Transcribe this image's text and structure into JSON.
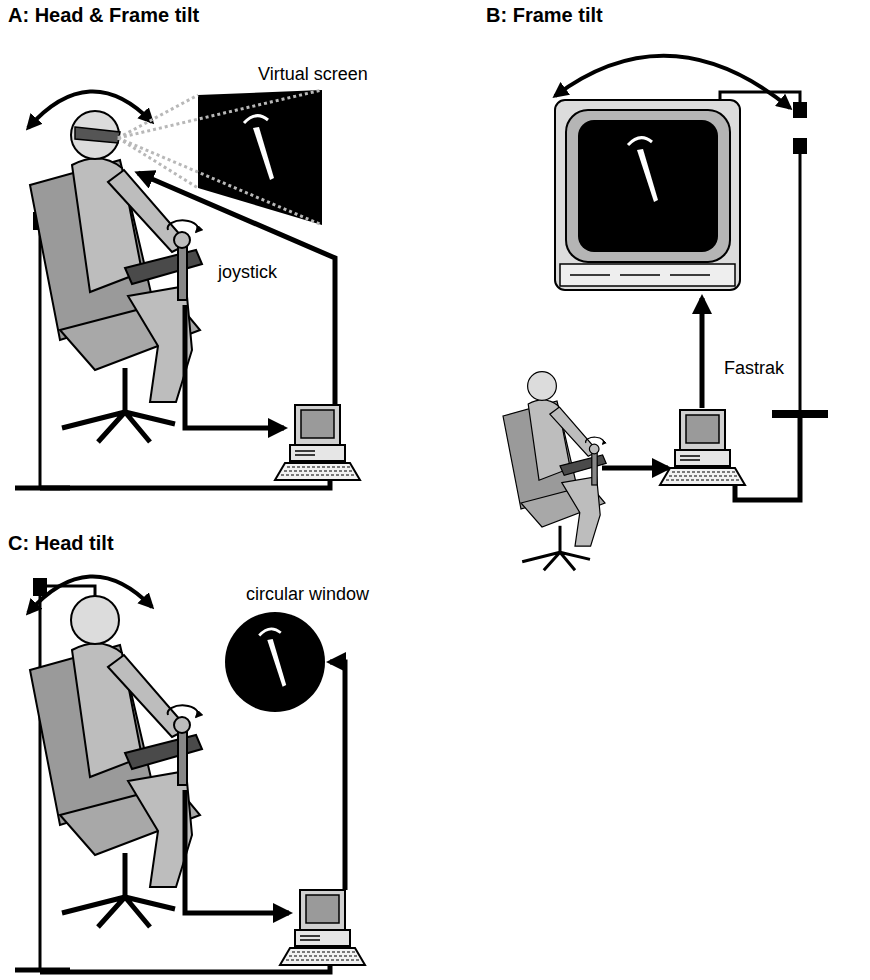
{
  "diagram": {
    "labels": [
      "A: Head & Frame tilt",
      "Virtual screen",
      "joystick",
      "B: Frame tilt",
      "Fastrak",
      "C: Head tilt",
      "circular window"
    ]
  }
}
